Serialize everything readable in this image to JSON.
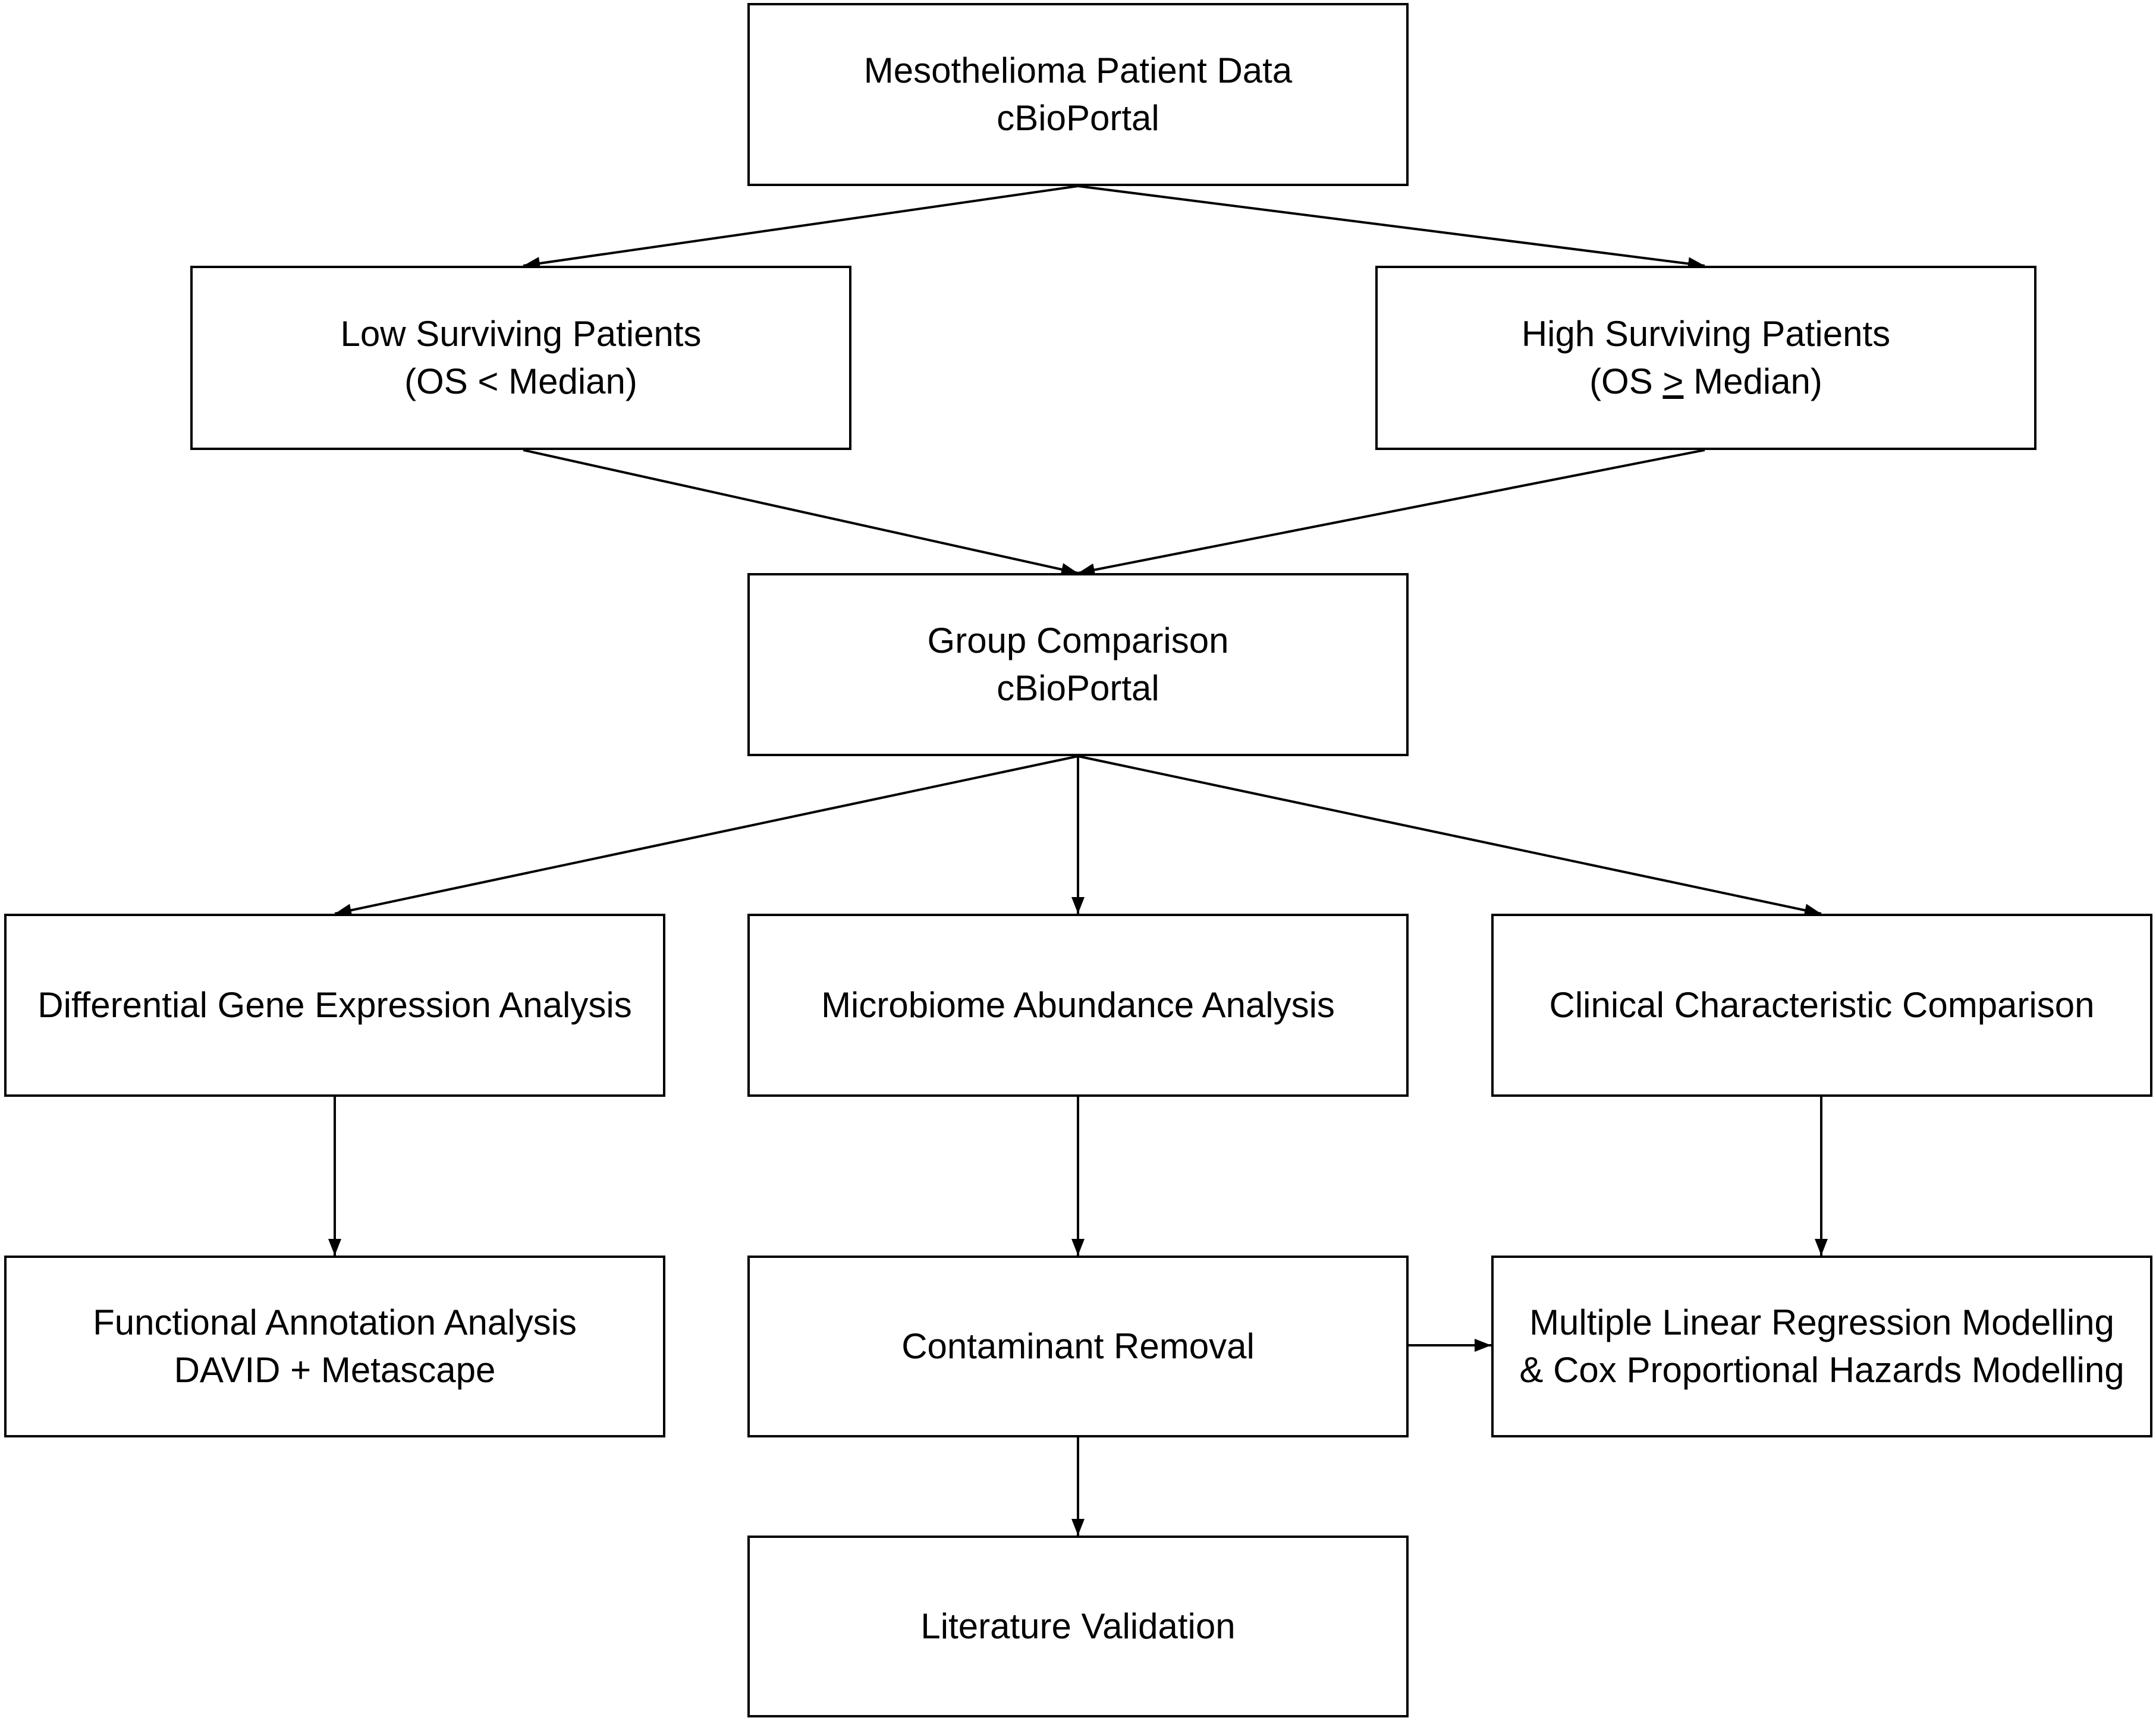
{
  "nodes": {
    "patient_data": {
      "line1": "Mesothelioma Patient Data",
      "line2": "cBioPortal"
    },
    "low_surviving": {
      "line1": "Low Surviving Patients",
      "line2": "(OS < Median)"
    },
    "high_surviving": {
      "line1": "High Surviving Patients",
      "line2_pre": "(OS ",
      "line2_symbol": ">",
      "line2_post": " Median)"
    },
    "group_comparison": {
      "line1": "Group Comparison",
      "line2": "cBioPortal"
    },
    "dge_analysis": {
      "line1": "Differential Gene Expression Analysis"
    },
    "microbiome": {
      "line1": "Microbiome Abundance Analysis"
    },
    "clinical": {
      "line1": "Clinical Characteristic Comparison"
    },
    "functional": {
      "line1": "Functional Annotation Analysis",
      "line2": "DAVID + Metascape"
    },
    "contaminant": {
      "line1": "Contaminant Removal"
    },
    "regression": {
      "line1": "Multiple Linear Regression Modelling",
      "line2": "& Cox Proportional Hazards Modelling"
    },
    "literature": {
      "line1": "Literature Validation"
    }
  },
  "edges": [
    {
      "from": "patient_data",
      "to": "low_surviving"
    },
    {
      "from": "patient_data",
      "to": "high_surviving"
    },
    {
      "from": "low_surviving",
      "to": "group_comparison"
    },
    {
      "from": "high_surviving",
      "to": "group_comparison"
    },
    {
      "from": "group_comparison",
      "to": "dge_analysis"
    },
    {
      "from": "group_comparison",
      "to": "microbiome"
    },
    {
      "from": "group_comparison",
      "to": "clinical"
    },
    {
      "from": "dge_analysis",
      "to": "functional"
    },
    {
      "from": "microbiome",
      "to": "contaminant"
    },
    {
      "from": "clinical",
      "to": "regression"
    },
    {
      "from": "contaminant",
      "to": "regression"
    },
    {
      "from": "contaminant",
      "to": "literature"
    }
  ]
}
